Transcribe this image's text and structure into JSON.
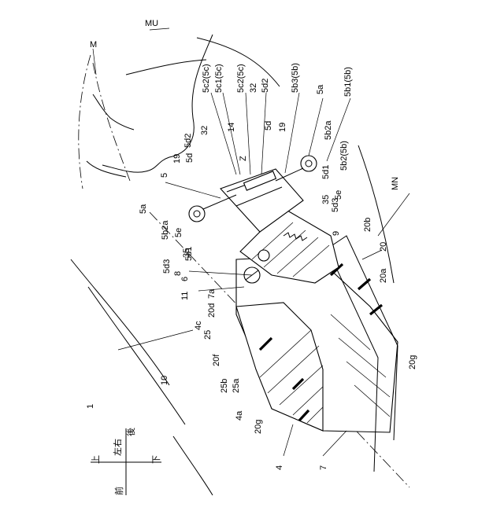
{
  "figure": {
    "labels": {
      "MU": "MU",
      "M": "M",
      "MN": "MN",
      "z": "Z",
      "n1": "1",
      "n4": "4",
      "n4a": "4a",
      "n4c": "4c",
      "n5": "5",
      "n5a_left": "5a",
      "n5a_right": "5a",
      "n5b1": "5b1(5b)",
      "n5b2": "5b2(5b)",
      "n5b2a_left": "5b2a",
      "n5b2a_right": "5b2a",
      "n5b3": "5b3(5b)",
      "n5c1": "5c1(5c)",
      "n5c2_left": "5c2(5c)",
      "n5c2_right": "5c2(5c)",
      "n5d_left": "5d",
      "n5d_right": "5d",
      "n5d1_left": "5d1",
      "n5d1_right": "5d1",
      "n5d2_left": "5d2",
      "n5d2_right": "5d2",
      "n5d3_left": "5d3",
      "n5d3_right": "5d3",
      "n5e_left": "5e",
      "n5e_right": "5e",
      "n6": "6",
      "n7": "7",
      "n7a": "7a",
      "n8": "8",
      "n9": "9",
      "n10": "10",
      "n11": "11",
      "n14": "14",
      "n19_left": "19",
      "n19_right": "19",
      "n20": "20",
      "n20a": "20a",
      "n20b": "20b",
      "n20d": "20d",
      "n20f": "20f",
      "n20g_left": "20g",
      "n20g_right": "20g",
      "n25": "25",
      "n25a": "25a",
      "n25b": "25b",
      "n32_left": "32",
      "n32_right": "32",
      "n35_left": "35",
      "n35_right": "35"
    },
    "direction_key": {
      "up": "上",
      "down": "下",
      "front": "前",
      "back": "後",
      "left_right": "左右"
    }
  }
}
